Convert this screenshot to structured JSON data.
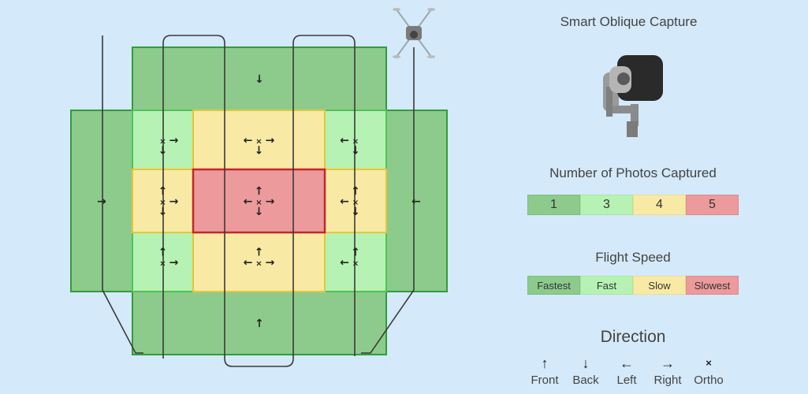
{
  "photo_panel": {
    "title": "Smart Oblique Capture",
    "camera_icon": "gimbal-camera-icon"
  },
  "photos_legend": {
    "title": "Number of Photos Captured",
    "items": [
      {
        "label": "1",
        "color": "#8dcb8d",
        "border": "#7cbf7c"
      },
      {
        "label": "3",
        "color": "#b6f2b4",
        "border": "#a8e6a6"
      },
      {
        "label": "4",
        "color": "#f8eaa4",
        "border": "#efdd90"
      },
      {
        "label": "5",
        "color": "#ec9a9c",
        "border": "#e08a8c"
      }
    ]
  },
  "speed_legend": {
    "title": "Flight Speed",
    "items": [
      {
        "label": "Fastest",
        "color": "#8dcb8d",
        "border": "#7cbf7c"
      },
      {
        "label": "Fast",
        "color": "#b6f2b4",
        "border": "#a8e6a6"
      },
      {
        "label": "Slow",
        "color": "#f8eaa4",
        "border": "#efdd90"
      },
      {
        "label": "Slowest",
        "color": "#ec9a9c",
        "border": "#e08a8c"
      }
    ]
  },
  "direction_legend": {
    "title": "Direction",
    "items": [
      {
        "label": "Front",
        "glyph": "↑",
        "icon": "arrow-up-icon"
      },
      {
        "label": "Back",
        "glyph": "↓",
        "icon": "arrow-down-icon"
      },
      {
        "label": "Left",
        "glyph": "←",
        "icon": "arrow-left-icon"
      },
      {
        "label": "Right",
        "glyph": "→",
        "icon": "arrow-right-icon"
      },
      {
        "label": "Ortho",
        "glyph": "×",
        "icon": "cross-icon"
      }
    ]
  },
  "grid": {
    "drone_icon": "drone-icon",
    "cells": [
      {
        "row": "top",
        "col": "center",
        "photos": 1,
        "dirs": [
          "Back"
        ]
      },
      {
        "row": "middle",
        "col": "far-left",
        "photos": 1,
        "dirs": [
          "Right"
        ]
      },
      {
        "row": "middle",
        "col": "far-right",
        "photos": 1,
        "dirs": [
          "Left"
        ]
      },
      {
        "row": "bottom",
        "col": "center",
        "photos": 1,
        "dirs": [
          "Front"
        ]
      },
      {
        "row": "upper",
        "col": "left",
        "photos": 3,
        "dirs": [
          "Ortho",
          "Right",
          "Back"
        ]
      },
      {
        "row": "upper",
        "col": "center",
        "photos": 4,
        "dirs": [
          "Ortho",
          "Left",
          "Right",
          "Back"
        ]
      },
      {
        "row": "upper",
        "col": "right",
        "photos": 3,
        "dirs": [
          "Ortho",
          "Left",
          "Back"
        ]
      },
      {
        "row": "middle",
        "col": "left",
        "photos": 4,
        "dirs": [
          "Ortho",
          "Front",
          "Right",
          "Back"
        ]
      },
      {
        "row": "middle",
        "col": "center",
        "photos": 5,
        "dirs": [
          "Ortho",
          "Front",
          "Left",
          "Right",
          "Back"
        ]
      },
      {
        "row": "middle",
        "col": "right",
        "photos": 4,
        "dirs": [
          "Ortho",
          "Front",
          "Left",
          "Back"
        ]
      },
      {
        "row": "lower",
        "col": "left",
        "photos": 3,
        "dirs": [
          "Ortho",
          "Front",
          "Right"
        ]
      },
      {
        "row": "lower",
        "col": "center",
        "photos": 4,
        "dirs": [
          "Ortho",
          "Front",
          "Left",
          "Right"
        ]
      },
      {
        "row": "lower",
        "col": "right",
        "photos": 3,
        "dirs": [
          "Ortho",
          "Front",
          "Left"
        ]
      }
    ]
  }
}
